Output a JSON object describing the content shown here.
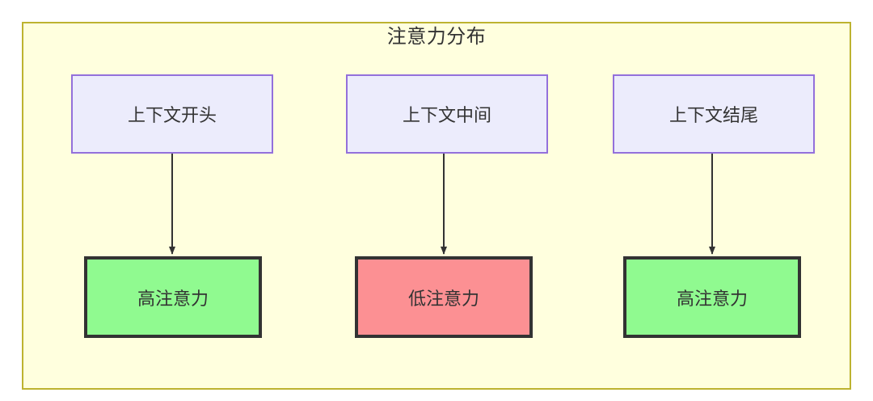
{
  "diagram": {
    "type": "flowchart",
    "title": "注意力分布",
    "container": {
      "fill_color": "#ffffde",
      "border_color": "#bdb330"
    },
    "nodes": [
      {
        "id": "ctx-start",
        "label": "上下文开头",
        "row": "top",
        "fill_color": "#ececfc",
        "border_color": "#9370db"
      },
      {
        "id": "ctx-mid",
        "label": "上下文中间",
        "row": "top",
        "fill_color": "#ececfc",
        "border_color": "#9370db"
      },
      {
        "id": "ctx-end",
        "label": "上下文结尾",
        "row": "top",
        "fill_color": "#ececfc",
        "border_color": "#9370db"
      },
      {
        "id": "attn-high-1",
        "label": "高注意力",
        "row": "bottom",
        "fill_color": "#90fa90",
        "border_color": "#333333"
      },
      {
        "id": "attn-low",
        "label": "低注意力",
        "row": "bottom",
        "fill_color": "#fc9093",
        "border_color": "#333333"
      },
      {
        "id": "attn-high-2",
        "label": "高注意力",
        "row": "bottom",
        "fill_color": "#90fa90",
        "border_color": "#333333"
      }
    ],
    "edges": [
      {
        "from": "ctx-start",
        "to": "attn-high-1",
        "label": "",
        "arrow": "down"
      },
      {
        "from": "ctx-mid",
        "to": "attn-low",
        "label": "",
        "arrow": "down"
      },
      {
        "from": "ctx-end",
        "to": "attn-high-2",
        "label": "",
        "arrow": "down"
      }
    ],
    "edge_color": "#333333"
  }
}
